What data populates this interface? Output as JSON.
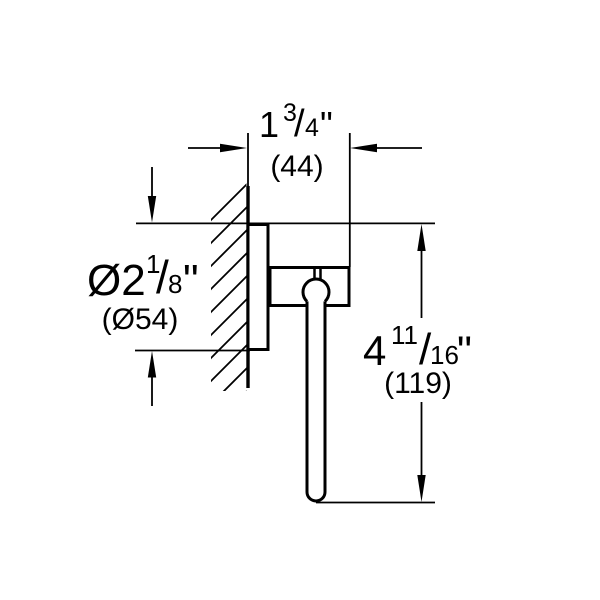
{
  "drawing": {
    "background": "#ffffff",
    "line_color": "#000000",
    "wall_hatch": "diagonal-hatching"
  },
  "dimensions": {
    "width": {
      "whole": "1",
      "numerator": "3",
      "slash": "/",
      "denominator": "4",
      "unit": "\"",
      "metric": "(44)"
    },
    "diameter": {
      "whole": "Ø2",
      "numerator": "1",
      "slash": "/",
      "denominator": "8",
      "unit": "\"",
      "metric": "(Ø54)"
    },
    "height": {
      "whole": "4",
      "numerator": "11",
      "slash": "/",
      "denominator": "16",
      "unit": "\"",
      "metric": "(119)"
    }
  }
}
